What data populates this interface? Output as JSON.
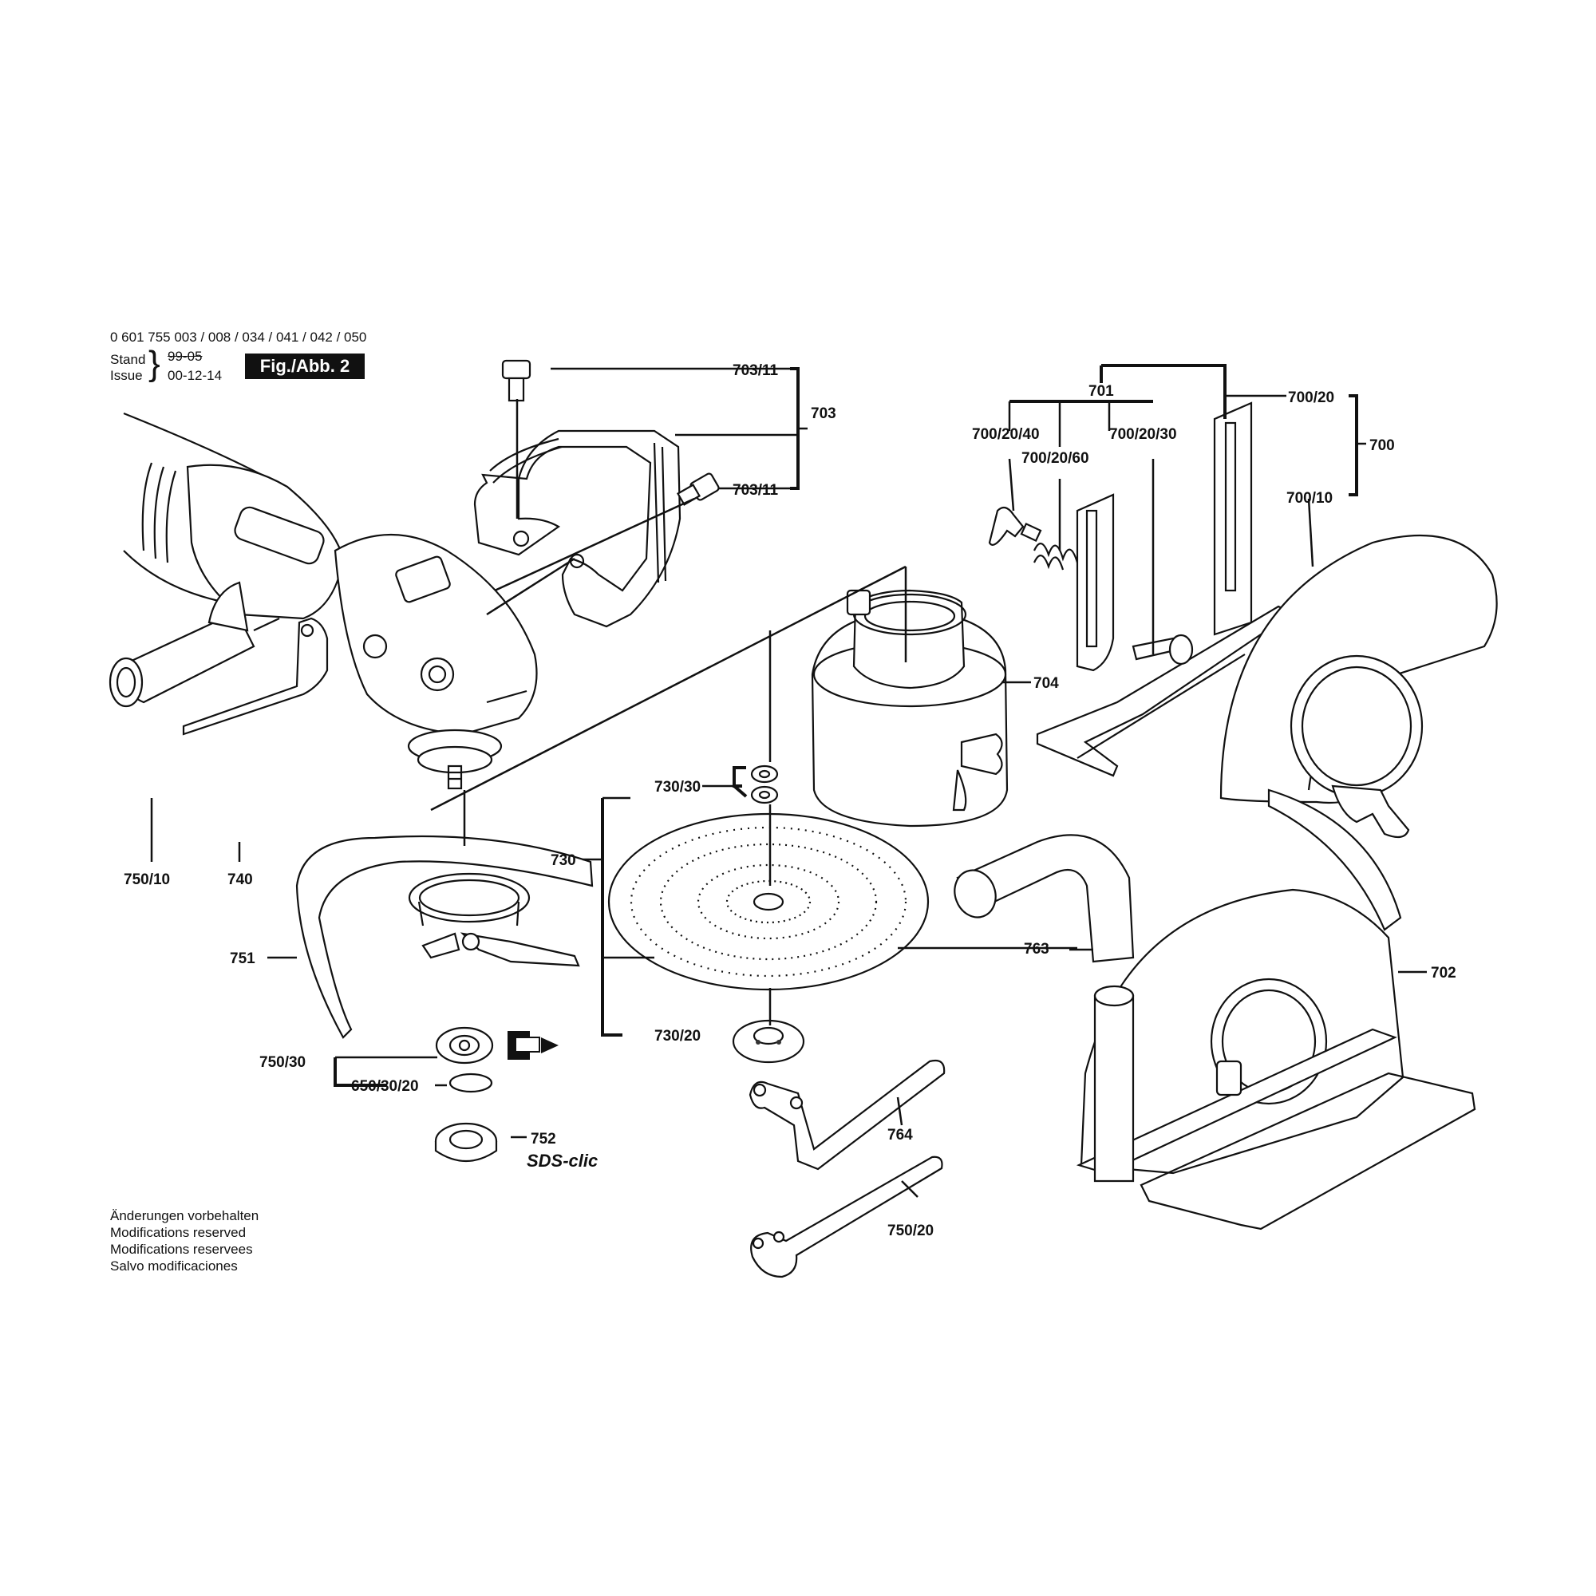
{
  "header": {
    "model_numbers": "0 601 755 003 / 008 / 034 / 041 / 042 / 050",
    "stand_label": "Stand",
    "stand_date": "99-05",
    "issue_label": "Issue",
    "issue_date": "00-12-14",
    "figure_tag": "Fig./Abb. 2"
  },
  "notes": [
    "Änderungen vorbehalten",
    "Modifications reserved",
    "Modifications reservees",
    "Salvo modificaciones"
  ],
  "part_labels": {
    "p703_11_top": "703/11",
    "p703": "703",
    "p703_11_bottom": "703/11",
    "p701": "701",
    "p700_20": "700/20",
    "p700_20_40": "700/20/40",
    "p700_20_30": "700/20/30",
    "p700_20_60": "700/20/60",
    "p700": "700",
    "p700_10": "700/10",
    "p704": "704",
    "p730_30": "730/30",
    "p730": "730",
    "p730_20": "730/20",
    "p750_10": "750/10",
    "p740": "740",
    "p751": "751",
    "p750_30": "750/30",
    "p650_30_20": "650/30/20",
    "p752": "752",
    "sds_clic": "SDS-clic",
    "p763": "763",
    "p702": "702",
    "p764": "764",
    "p750_20": "750/20"
  }
}
